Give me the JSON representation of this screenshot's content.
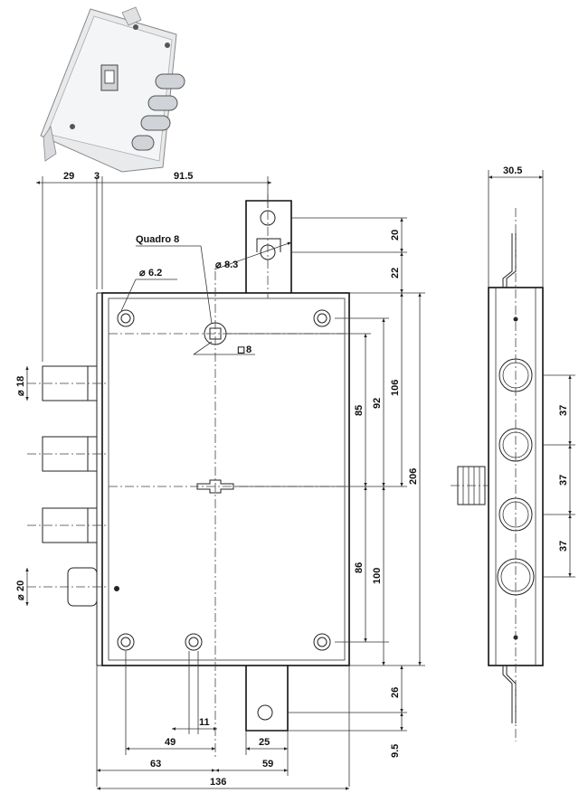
{
  "labels": {
    "quadro": "Quadro 8",
    "d62": "6.2",
    "d83": "8.3",
    "sq8": "8",
    "d18": "18",
    "d20": "20"
  },
  "dimensions": {
    "top": [
      "29",
      "3",
      "91.5"
    ],
    "side": [
      "30.5",
      "37",
      "37",
      "37"
    ],
    "right_small": [
      "20",
      "22"
    ],
    "right": [
      "85",
      "92",
      "106",
      "206",
      "86",
      "100",
      "26",
      "9.5"
    ],
    "bottom": [
      "11",
      "49",
      "25",
      "63",
      "59",
      "136"
    ]
  }
}
